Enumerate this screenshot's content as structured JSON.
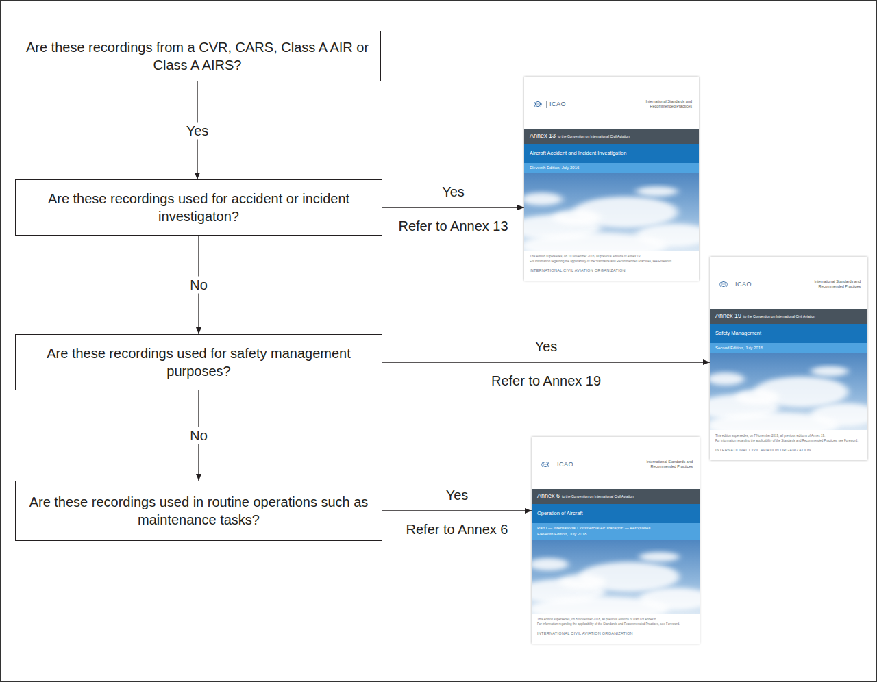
{
  "diagram": {
    "nodes": [
      {
        "text": [
          "Are these recordings from a CVR, CARS, Class A AIR or Class A AIRS?"
        ]
      },
      {
        "text": [
          "Are these recordings used for accident or incident investigaton?"
        ]
      },
      {
        "text": [
          "Are these recordings used for safety management purposes?"
        ]
      },
      {
        "text": [
          "Are these recordings used in routine operations such as maintenance tasks?"
        ]
      },
      {
        "text": [
          "ICAO",
          "International Standards and Recommended Practices",
          "Annex 13",
          "to the Convention on International Civil Aviation",
          "Aircraft Accident and Incident Investigation",
          "Eleventh Edition, July 2016",
          "This edition supersedes, on 10 November 2016, all previous editions of Annex 13.",
          "For information regarding the applicability of the Standards and Recommended Practices, see Foreword.",
          "INTERNATIONAL CIVIL AVIATION ORGANIZATION"
        ]
      },
      {
        "text": [
          "ICAO",
          "International Standards and Recommended Practices",
          "Annex 19",
          "to the Convention on International Civil Aviation",
          "Safety Management",
          "Second Edition, July 2016",
          "This edition supersedes, on 7 November 2019, all previous editions of Annex 19.",
          "For information regarding the applicability of the Standards and Recommended Practices, see Foreword.",
          "INTERNATIONAL CIVIL AVIATION ORGANIZATION"
        ]
      },
      {
        "text": [
          "ICAO",
          "International Standards and Recommended Practices",
          "Annex 6",
          "to the Convention on International Civil Aviation",
          "Operation of Aircraft",
          "Part I — International Commercial Air Transport — Aeroplanes",
          "Eleventh Edition, July 2018",
          "This edition supersedes, on 8 November 2018, all previous editions of Part I of Annex 6.",
          "For information regarding the applicability of the Standards and Recommended Practices, see Foreword.",
          "INTERNATIONAL CIVIL AVIATION ORGANIZATION"
        ]
      }
    ],
    "edges": [
      {
        "from": 0,
        "to": 1,
        "label": "Yes",
        "arrow": "to"
      },
      {
        "from": 1,
        "to": 4,
        "label": "Yes",
        "arrow": "to"
      },
      {
        "from": 1,
        "to": 2,
        "label": "No",
        "arrow": "to"
      },
      {
        "from": 2,
        "to": 5,
        "label": "Yes",
        "arrow": "to"
      },
      {
        "from": 2,
        "to": 3,
        "label": "No",
        "arrow": "to"
      },
      {
        "from": 3,
        "to": 6,
        "label": "Yes",
        "arrow": "to"
      }
    ],
    "labels": [
      "Refer to Annex 13",
      "Refer to Annex 19",
      "Refer to Annex 6"
    ]
  }
}
